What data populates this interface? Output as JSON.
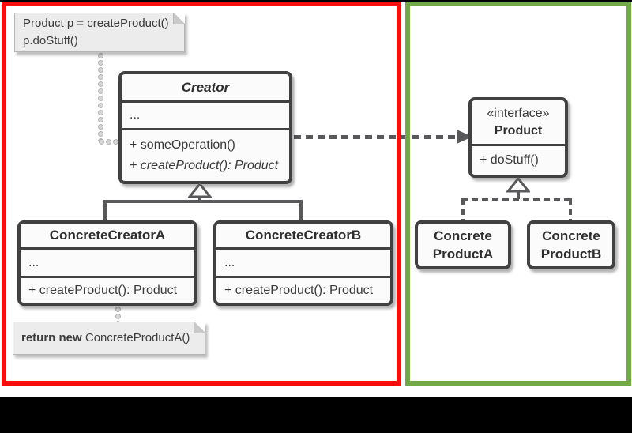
{
  "colors": {
    "frame_red": "#f80e0c",
    "frame_green": "#71aa47",
    "line_gray": "#59595b",
    "box_border": "#414141",
    "box_fill": "#fbfbfb",
    "note_fill": "#ececec",
    "letterbox": "#000000",
    "text": "#3a3a3a"
  },
  "notes": {
    "usage_line1": "Product p = createProduct()",
    "usage_line2": "p.doStuff()",
    "return_bold": "return new",
    "return_rest": " ConcreteProductA()"
  },
  "classes": {
    "creator": {
      "title": "Creator",
      "fields": "...",
      "method1": "+ someOperation()",
      "method2": "+ createProduct(): Product"
    },
    "concrete_creator_a": {
      "title": "ConcreteCreatorA",
      "fields": "...",
      "method1": "+ createProduct(): Product"
    },
    "concrete_creator_b": {
      "title": "ConcreteCreatorB",
      "fields": "...",
      "method1": "+ createProduct(): Product"
    },
    "product": {
      "stereotype": "«interface»",
      "title": "Product",
      "method1": "+ doStuff()"
    },
    "concrete_product_a": {
      "title_line1": "Concrete",
      "title_line2": "ProductA"
    },
    "concrete_product_b": {
      "title_line1": "Concrete",
      "title_line2": "ProductB"
    }
  }
}
